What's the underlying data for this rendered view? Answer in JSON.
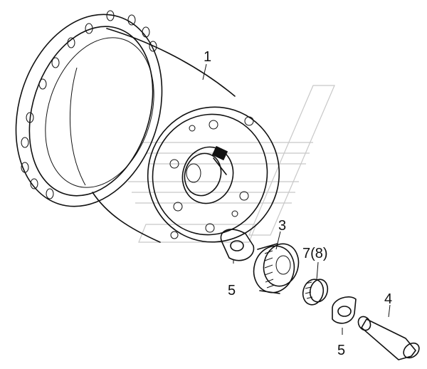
{
  "callouts": {
    "part_1": "1",
    "part_3": "3",
    "part_4": "4",
    "part_5_left": "5",
    "part_5_right": "5",
    "part_7_8": "7(8)"
  },
  "colors": {
    "line": "#111111",
    "background": "#ffffff",
    "watermark": "#c8c8c8"
  }
}
